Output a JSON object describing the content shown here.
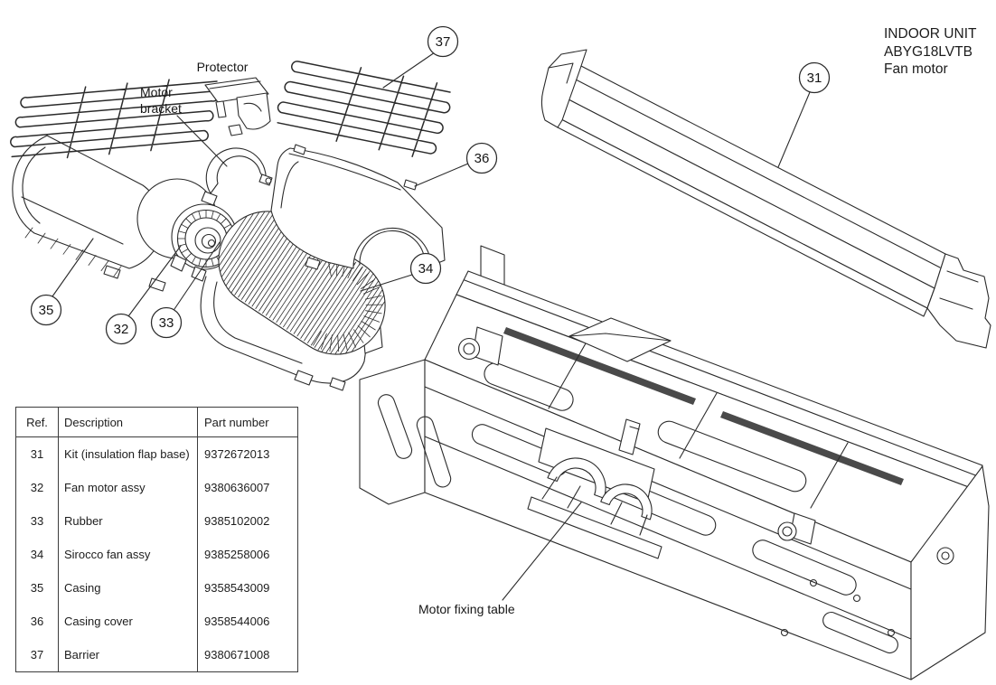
{
  "colors": {
    "ink": "#2b2b2b",
    "background": "#ffffff"
  },
  "title_block": {
    "lines": [
      "INDOOR UNIT",
      "ABYG18LVTB",
      "Fan motor"
    ]
  },
  "part_labels": {
    "protector": "Protector",
    "motor_bracket": [
      "Motor",
      "bracket"
    ],
    "motor_fixing_table": "Motor fixing table"
  },
  "callouts": {
    "c31": "31",
    "c32": "32",
    "c33": "33",
    "c34": "34",
    "c35": "35",
    "c36": "36",
    "c37": "37"
  },
  "parts_table": {
    "headers": {
      "ref": "Ref.",
      "description": "Description",
      "part_number": "Part number"
    },
    "rows": [
      {
        "ref": "31",
        "description": "Kit (insulation flap base)",
        "part_number": "9372672013"
      },
      {
        "ref": "32",
        "description": "Fan motor assy",
        "part_number": "9380636007"
      },
      {
        "ref": "33",
        "description": "Rubber",
        "part_number": "9385102002"
      },
      {
        "ref": "34",
        "description": "Sirocco fan assy",
        "part_number": "9385258006"
      },
      {
        "ref": "35",
        "description": "Casing",
        "part_number": "9358543009"
      },
      {
        "ref": "36",
        "description": "Casing cover",
        "part_number": "9358544006"
      },
      {
        "ref": "37",
        "description": "Barrier",
        "part_number": "9380671008"
      }
    ]
  }
}
